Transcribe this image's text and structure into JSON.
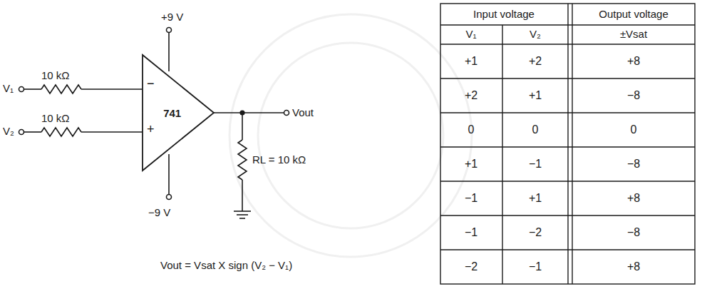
{
  "diagram": {
    "nodes": [
      {
        "text": [
          "741"
        ]
      }
    ],
    "labels": [
      "+9 V",
      "V₁",
      "10 kΩ",
      "V₂",
      "10 kΩ",
      "−",
      "+",
      "Vout",
      "RL = 10 kΩ",
      "−9 V",
      "Vout = Vsat X sign (V₂ − V₁)",
      "Input voltage",
      "Output voltage",
      "V₁",
      "V₂",
      "±Vsat",
      "+1",
      "+2",
      "+8",
      "+2",
      "+1",
      "−8",
      "0",
      "0",
      "0",
      "+1",
      "−1",
      "−8",
      "−1",
      "+1",
      "+8",
      "−1",
      "−2",
      "−8",
      "−2",
      "−1",
      "+8"
    ]
  }
}
